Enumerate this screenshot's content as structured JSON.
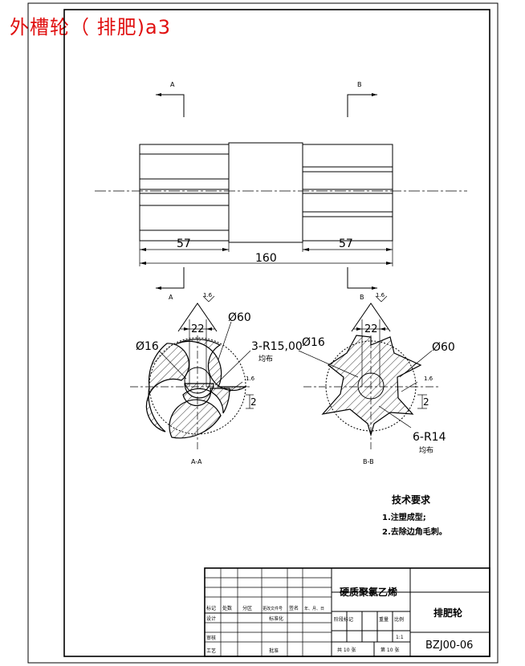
{
  "title": "外槽轮（  排肥)a3",
  "views": {
    "section_a_top": "A",
    "section_a_bottom": "A",
    "section_b_top": "B",
    "section_b_bottom": "B",
    "section_a_caption": "A-A",
    "section_b_caption": "B-B"
  },
  "dimensions": {
    "left_length": "57",
    "right_length": "57",
    "total_length": "160",
    "a_width": "22",
    "a_diameter_outer": "Ø60",
    "a_diameter_inner": "Ø16",
    "a_radius": "3-R15,00",
    "a_radius_note": "均布",
    "a_depth": "2",
    "a_roughness_top": "1.6",
    "a_roughness_side": "1.6",
    "b_width": "22",
    "b_diameter_outer": "Ø60",
    "b_diameter_inner": "Ø16",
    "b_radius": "6-R14",
    "b_radius_note": "均布",
    "b_depth": "2",
    "b_roughness_top": "1.6",
    "b_roughness_side": "1.6"
  },
  "requirements": {
    "heading": "技术要求",
    "item1": "1.注塑成型;",
    "item2": "2.去除边角毛刺。"
  },
  "title_block": {
    "material": "硬质聚氯乙烯",
    "part_name": "排肥轮",
    "drawing_no": "BZJ00-06",
    "scale_label": "比例",
    "scale_value": "1:1",
    "weight_label": "重量",
    "stage_label": "阶段标记",
    "sheets_total": "共 10 张",
    "sheet_no": "第 10 张",
    "row_mark": "标记",
    "row_count": "处数",
    "row_zone": "分区",
    "row_change": "更改文件号",
    "row_sign": "签名",
    "row_date": "年、月、日",
    "design": "设计",
    "standardize": "标准化",
    "review": "审核",
    "process": "工艺",
    "approve": "批准"
  }
}
